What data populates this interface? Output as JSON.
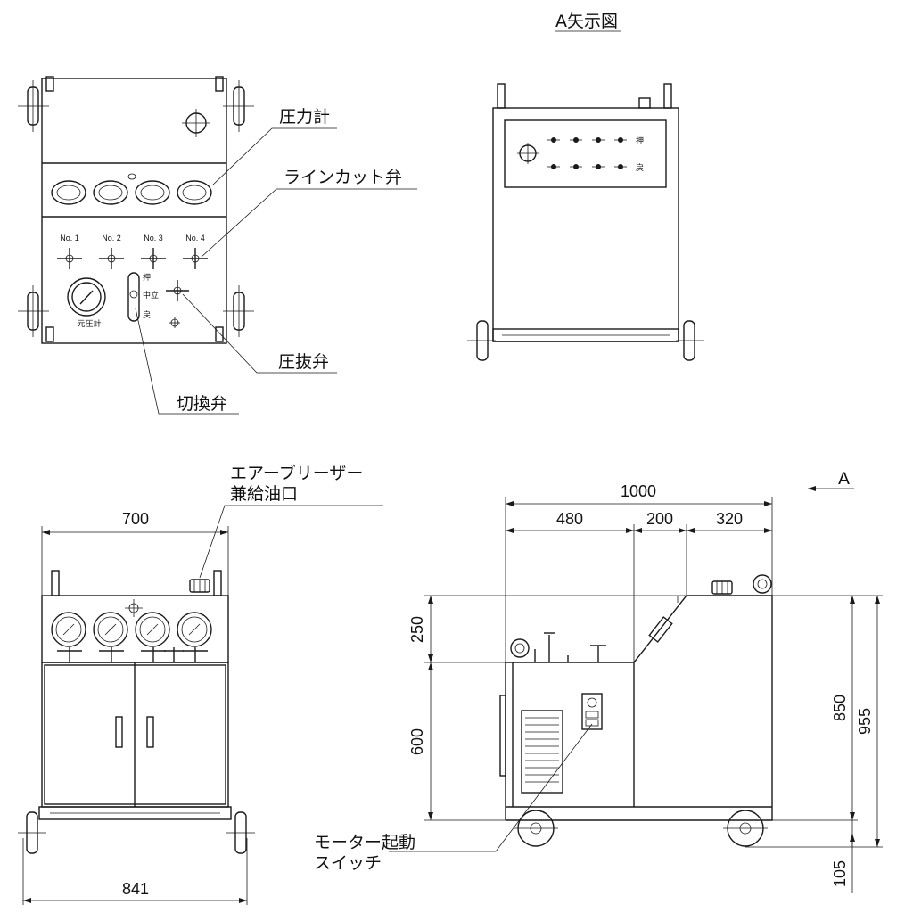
{
  "views": {
    "arrow_view_title": "A矢示図"
  },
  "top_view": {
    "labels": {
      "pressure_gauge": "圧力計",
      "line_cut_valve": "ラインカット弁",
      "relief_valve": "圧抜弁",
      "switch_valve": "切換弁",
      "source_gauge": "元圧計"
    },
    "valve_numbers": [
      "No. 1",
      "No. 2",
      "No. 3",
      "No. 4"
    ],
    "switch_positions": [
      "押",
      "中立",
      "戻"
    ]
  },
  "arrow_view": {
    "panel_labels": [
      "押",
      "戻"
    ]
  },
  "front_view": {
    "breather_label_line1": "エアーブリーザー",
    "breather_label_line2": "兼給油口",
    "dim_top": "700",
    "dim_bottom": "841"
  },
  "side_view": {
    "arrow_label": "A",
    "motor_label_line1": "モーター起動",
    "motor_label_line2": "スイッチ",
    "dim_total_width": "1000",
    "dim_480": "480",
    "dim_200": "200",
    "dim_320": "320",
    "dim_250": "250",
    "dim_600": "600",
    "dim_850": "850",
    "dim_955": "955",
    "dim_105": "105"
  }
}
